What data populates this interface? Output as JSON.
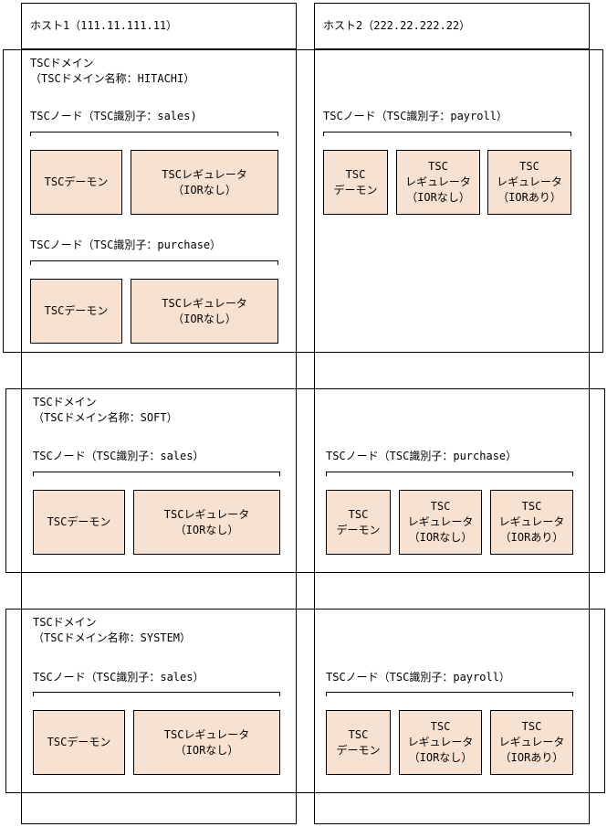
{
  "colors": {
    "component_fill": "#F7E1D0",
    "line": "#000000",
    "background": "#ffffff"
  },
  "hosts": [
    {
      "label": "ホスト1（111.11.111.11）"
    },
    {
      "label": "ホスト2（222.22.222.22）"
    }
  ],
  "domains": [
    {
      "title": "TSCドメイン",
      "name_line": "（TSCドメイン名称：HITACHI）",
      "nodes": [
        {
          "host": 1,
          "label": "TSCノード（TSC識別子：sales)",
          "components": [
            [
              "TSCデーモン"
            ],
            [
              "TSCレギュレータ",
              "（IORなし）"
            ]
          ]
        },
        {
          "host": 1,
          "label": "TSCノード（TSC識別子：purchase）",
          "components": [
            [
              "TSCデーモン"
            ],
            [
              "TSCレギュレータ",
              "（IORなし）"
            ]
          ]
        },
        {
          "host": 2,
          "label": "TSCノード（TSC識別子：payroll）",
          "components": [
            [
              "TSC",
              "デーモン"
            ],
            [
              "TSC",
              "レギュレータ",
              "（IORなし）"
            ],
            [
              "TSC",
              "レギュレータ",
              "（IORあり）"
            ]
          ]
        }
      ]
    },
    {
      "title": "TSCドメイン",
      "name_line": "（TSCドメイン名称：SOFT）",
      "nodes": [
        {
          "host": 1,
          "label": "TSCノード（TSC識別子：sales）",
          "components": [
            [
              "TSCデーモン"
            ],
            [
              "TSCレギュレータ",
              "（IORなし）"
            ]
          ]
        },
        {
          "host": 2,
          "label": "TSCノード（TSC識別子：purchase）",
          "components": [
            [
              "TSC",
              "デーモン"
            ],
            [
              "TSC",
              "レギュレータ",
              "（IORなし）"
            ],
            [
              "TSC",
              "レギュレータ",
              "（IORあり）"
            ]
          ]
        }
      ]
    },
    {
      "title": "TSCドメイン",
      "name_line": "（TSCドメイン名称：SYSTEM）",
      "nodes": [
        {
          "host": 1,
          "label": "TSCノード（TSC識別子：sales）",
          "components": [
            [
              "TSCデーモン"
            ],
            [
              "TSCレギュレータ",
              "（IORなし）"
            ]
          ]
        },
        {
          "host": 2,
          "label": "TSCノード（TSC識別子：payroll）",
          "components": [
            [
              "TSC",
              "デーモン"
            ],
            [
              "TSC",
              "レギュレータ",
              "（IORなし）"
            ],
            [
              "TSC",
              "レギュレータ",
              "（IORあり）"
            ]
          ]
        }
      ]
    }
  ]
}
